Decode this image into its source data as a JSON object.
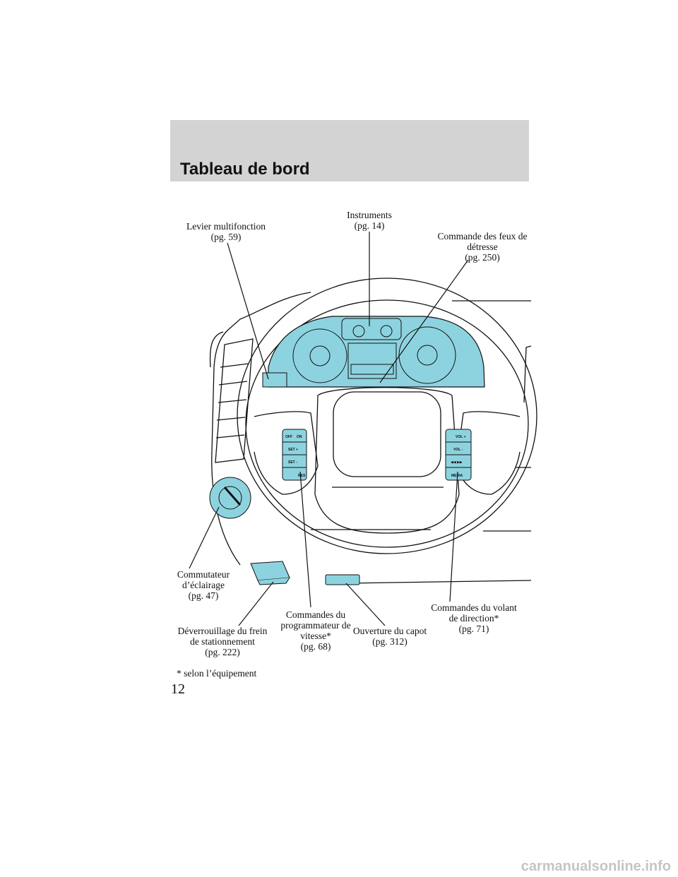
{
  "header": {
    "title": "Tableau de bord"
  },
  "callouts": {
    "multifunction": [
      "Levier multifonction",
      "(pg. 59)"
    ],
    "instruments": [
      "Instruments",
      "(pg. 14)"
    ],
    "hazard": [
      "Commande des feux de",
      "détresse",
      "(pg. 250)"
    ],
    "lighting": [
      "Commutateur",
      "d’éclairage",
      "(pg. 47)"
    ],
    "parking_brake": [
      "Déverrouillage du frein",
      "de stationnement",
      "(pg. 222)"
    ],
    "speed_control": [
      "Commandes du",
      "programmateur de",
      "vitesse*",
      "(pg. 68)"
    ],
    "hood": [
      "Ouverture du capot",
      "(pg. 312)"
    ],
    "steering_controls": [
      "Commandes du volant",
      "de direction*",
      "(pg. 71)"
    ]
  },
  "speed_buttons": [
    "OFF",
    "ON",
    "SET +",
    "SET -",
    "RES"
  ],
  "audio_buttons": [
    "VOL +",
    "VOL -",
    "MEDIA"
  ],
  "footnote": "* selon l’équipement",
  "page_number": "12",
  "watermark": "carmanualsonline.info",
  "colors": {
    "highlight": "#8dd3df",
    "header_band": "#d3d3d3",
    "line": "#111111"
  }
}
